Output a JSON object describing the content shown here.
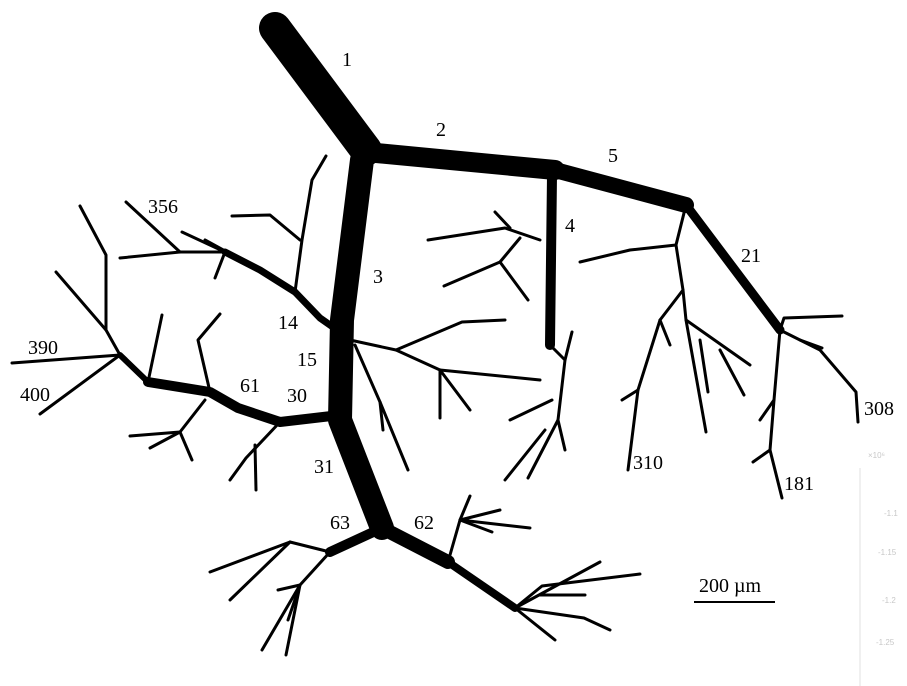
{
  "diagram": {
    "segment_labels": [
      "1",
      "2",
      "3",
      "4",
      "5",
      "14",
      "15",
      "21",
      "30",
      "31",
      "61",
      "62",
      "63",
      "181",
      "308",
      "310",
      "356",
      "390",
      "400"
    ],
    "scale_bar": {
      "label": "200 µm"
    },
    "faint_axis": {
      "exponent": "×10⁶",
      "ticks": [
        "-1.1",
        "-1.15",
        "-1.2",
        "-1.25"
      ]
    },
    "colors": {
      "vessel": "#000000",
      "background": "#ffffff",
      "faint_axis": "#c8c8c8"
    }
  }
}
